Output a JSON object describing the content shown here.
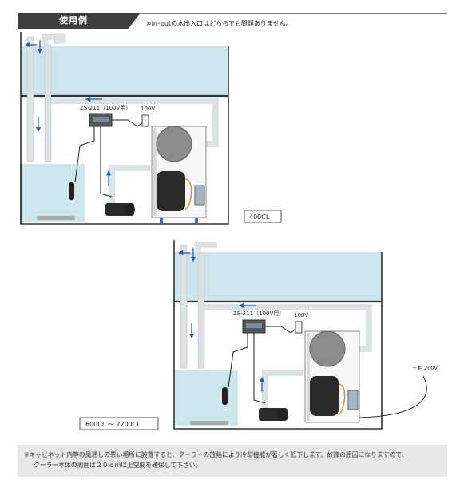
{
  "header": {
    "title": "使用例",
    "note": "※in･outの水出入口はどちらでも問題ありません。"
  },
  "diagram_top": {
    "controller_label": "ZS-211（100V用）",
    "outlet_label": "100V",
    "model_label": "400CL"
  },
  "diagram_bottom": {
    "controller_label": "ZS-211（100V用）",
    "outlet_label": "100V",
    "power_label": "三相 200V",
    "model_label": "600CL ～ 2200CL"
  },
  "footer": {
    "line1": "※キャビネット内等の風通しの悪い場所に設置すると、クーラーの放熱により冷却機能が著しく低下します。故障の原因になりますので、",
    "line2": "クーラー本体の周囲は２０ｃｍ以上空間を確保して下さい。"
  },
  "colors": {
    "water": "#cde6ee",
    "tank_line": "#333333",
    "pipe": "#dde2e4",
    "arrow": "#2a5ab8",
    "footer_bg": "#e8e8e8"
  }
}
